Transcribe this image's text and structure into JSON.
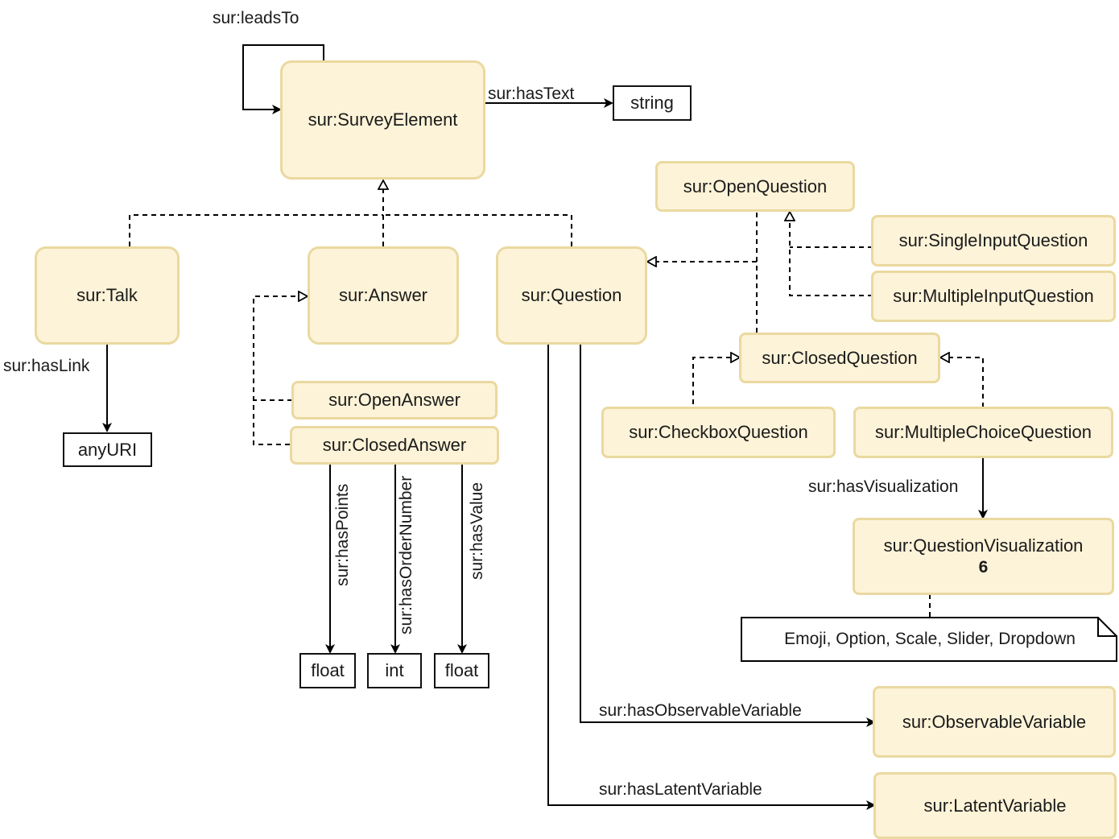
{
  "classes": {
    "survey_element": "sur:SurveyElement",
    "talk": "sur:Talk",
    "answer": "sur:Answer",
    "question": "sur:Question",
    "open_question": "sur:OpenQuestion",
    "single_input_question": "sur:SingleInputQuestion",
    "multiple_input_question": "sur:MultipleInputQuestion",
    "closed_question": "sur:ClosedQuestion",
    "checkbox_question": "sur:CheckboxQuestion",
    "multiple_choice_question": "sur:MultipleChoiceQuestion",
    "question_visualization": "sur:QuestionVisualization",
    "question_visualization_count": "6",
    "open_answer": "sur:OpenAnswer",
    "closed_answer": "sur:ClosedAnswer",
    "observable_variable": "sur:ObservableVariable",
    "latent_variable": "sur:LatentVariable"
  },
  "datatypes": {
    "string": "string",
    "any_uri": "anyURI",
    "points_type": "float",
    "order_type": "int",
    "value_type": "float"
  },
  "properties": {
    "leads_to": "sur:leadsTo",
    "has_text": "sur:hasText",
    "has_link": "sur:hasLink",
    "has_points": "sur:hasPoints",
    "has_order_number": "sur:hasOrderNumber",
    "has_value": "sur:hasValue",
    "has_visualization": "sur:hasVisualization",
    "has_observable_variable": "sur:hasObservableVariable",
    "has_latent_variable": "sur:hasLatentVariable"
  },
  "note": "Emoji, Option, Scale, Slider, Dropdown",
  "colors": {
    "class_fill": "#fdf3d8",
    "class_border": "#ead9a0",
    "line": "#000000"
  }
}
